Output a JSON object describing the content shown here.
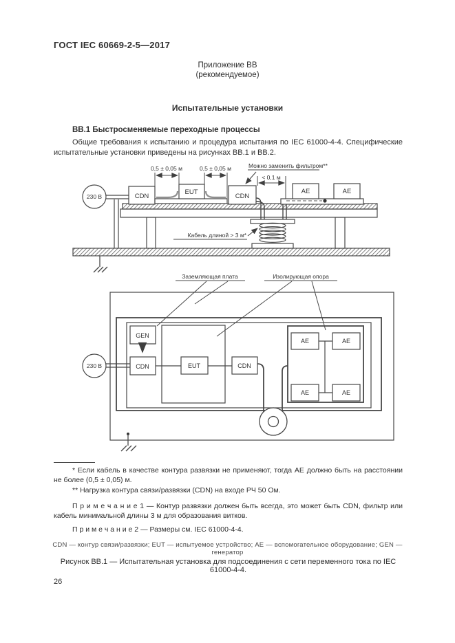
{
  "page": {
    "header": "ГОСТ IEC 60669-2-5—2017",
    "annex_title": "Приложение ВВ",
    "annex_subtitle": "(рекомендуемое)",
    "section_title": "Испытательные установки",
    "clause_heading": "ВВ.1  Быстросменяемые переходные процессы",
    "intro_paragraph": "Общие требования к испытанию и процедура испытания по IEC 61000-4-4. Специфические испытательные установки приведены на рисунках ВВ.1 и ВВ.2.",
    "page_number": "26"
  },
  "diagram_side": {
    "source": "230 В",
    "dim_left": "0,5 ± 0,05 м",
    "dim_right": "0,5 ± 0,05 м",
    "dim_gap": "< 0,1 м",
    "filter_callout": "Можно заменить фильтром**",
    "cable_callout": "Кабель длиной > 3 м*",
    "cdn1": "CDN",
    "eut": "EUT",
    "cdn2": "CDN",
    "ae1": "АЕ",
    "ae2": "АЕ"
  },
  "diagram_top": {
    "source": "230 В",
    "ground_plate_callout": "Заземляющая плата",
    "insulating_support_callout": "Изолирующая опора",
    "gen": "GEN",
    "cdn1": "CDN",
    "eut": "EUT",
    "cdn2": "CDN",
    "ae_tl": "АЕ",
    "ae_tr": "АЕ",
    "ae_bl": "АЕ",
    "ae_br": "АЕ"
  },
  "footnotes": [
    "* Если кабель в качестве контура развязки не применяют, тогда АЕ должно быть на расстоянии не более (0,5 ± 0,05) м.",
    "** Нагрузка контура связи/развязки (CDN) на входе РЧ 50 Ом."
  ],
  "notes": [
    {
      "label": "П р и м е ч а н и е   1",
      "text": "— Контур развязки должен быть всегда, это может быть CDN, фильтр или кабель минимальной длины 3 м для образования витков."
    },
    {
      "label": "П р и м е ч а н и е   2",
      "text": "— Размеры см. IEC 61000-4-4."
    }
  ],
  "legend": "CDN — контур связи/развязки; EUT — испытуемое устройство; АЕ — вспомогательное оборудование; GEN — генератор",
  "caption": "Рисунок ВВ.1 — Испытательная установка для подсоединения с сети переменного тока по IEC 61000-4-4.",
  "colors": {
    "ink": "#2e2e2e",
    "line": "#474747"
  }
}
